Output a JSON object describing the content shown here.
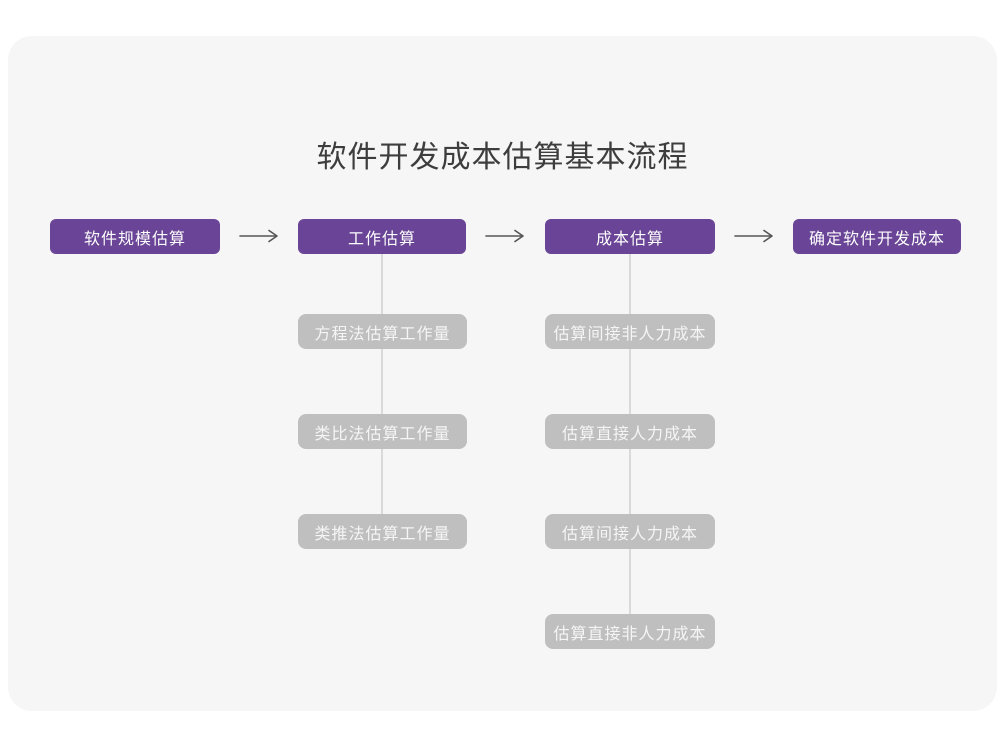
{
  "title": "软件开发成本估算基本流程",
  "flow": {
    "main_steps": [
      "软件规模估算",
      "工作估算",
      "成本估算",
      "确定软件开发成本"
    ],
    "work_estimation_methods": [
      "方程法估算工作量",
      "类比法估算工作量",
      "类推法估算工作量"
    ],
    "cost_estimation_items": [
      "估算间接非人力成本",
      "估算直接人力成本",
      "估算间接人力成本",
      "估算直接非人力成本"
    ]
  },
  "colors": {
    "primary_node": "#6a4496",
    "secondary_node": "#bfbfbf",
    "card_background": "#f6f6f6",
    "connector_line": "#d9d9d9",
    "arrow": "#555555",
    "title_text": "#3d3d3d",
    "node_text": "#ffffff"
  }
}
